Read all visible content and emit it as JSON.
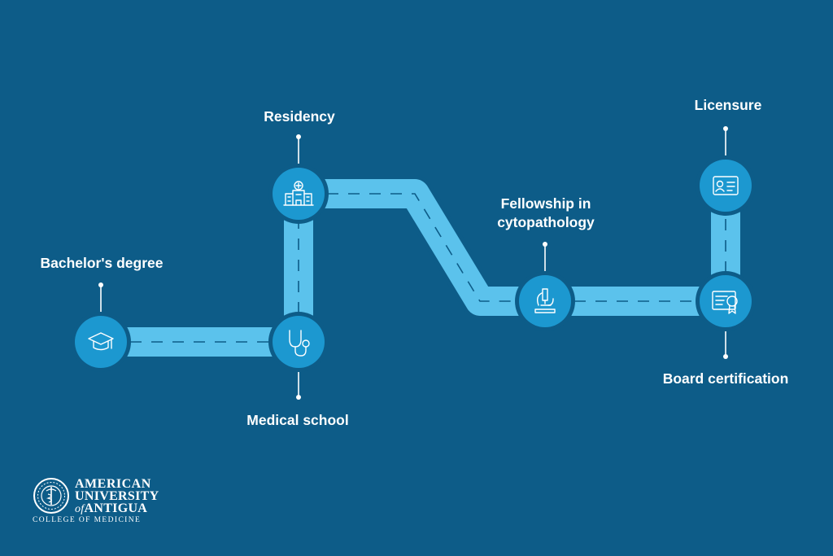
{
  "colors": {
    "background": "#0d5c88",
    "road": "#5bc2ec",
    "node": "#1c98d0",
    "text": "#ffffff"
  },
  "steps": [
    {
      "label": "Bachelor's degree",
      "icon": "graduation-cap-icon"
    },
    {
      "label": "Medical school",
      "icon": "stethoscope-icon"
    },
    {
      "label": "Residency",
      "icon": "hospital-icon"
    },
    {
      "label": "Fellowship in\ncytopathology",
      "icon": "microscope-icon"
    },
    {
      "label": "Board certification",
      "icon": "certificate-icon"
    },
    {
      "label": "Licensure",
      "icon": "id-card-icon"
    }
  ],
  "logo": {
    "line1": "AMERICAN",
    "line2": "UNIVERSITY",
    "line3_prefix": "of",
    "line3": "ANTIGUA",
    "line4": "COLLEGE OF MEDICINE",
    "icon": "university-seal-icon"
  }
}
